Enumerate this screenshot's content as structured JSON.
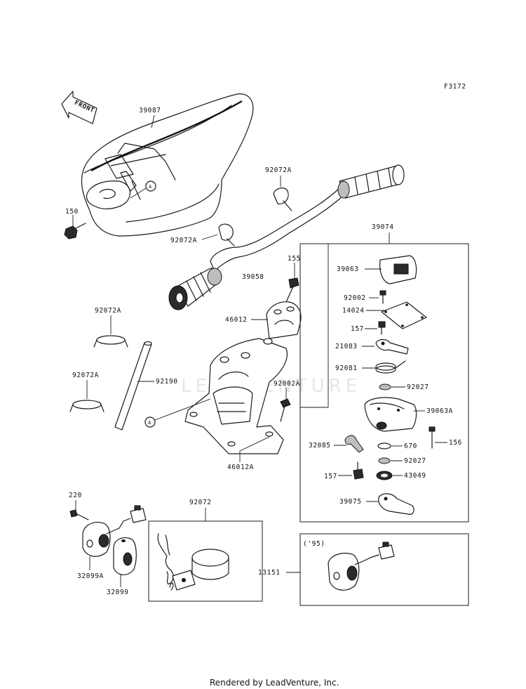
{
  "figure_code": "F3172",
  "front_label": "FRONT",
  "watermark": "LEADVENTURE",
  "footer": "Rendered by LeadVenture, Inc.",
  "labels": {
    "p39087": "39087",
    "p150": "150",
    "p92072A_top": "92072A",
    "p92072A_mid": "92072A",
    "p39058": "39058",
    "p92072A_left1": "92072A",
    "p92072A_left2": "92072A",
    "p92190": "92190",
    "p155": "155",
    "p46012": "46012",
    "p92002A": "92002A",
    "p46012A": "46012A",
    "p220": "220",
    "p32099A": "32099A",
    "p32099": "32099",
    "p92072": "92072",
    "p39074": "39074",
    "p39063": "39063",
    "p92002": "92002",
    "p14024": "14024",
    "p157_top": "157",
    "p21083": "21083",
    "p92081": "92081",
    "p92027_top": "92027",
    "p39063A": "39063A",
    "p156": "156",
    "p32085": "32085",
    "p670": "670",
    "p92027_bot": "92027",
    "p157_bot": "157",
    "p43049": "43049",
    "p39075": "39075",
    "p13151": "13151",
    "year_note": "('95)",
    "ref_a": "A"
  }
}
